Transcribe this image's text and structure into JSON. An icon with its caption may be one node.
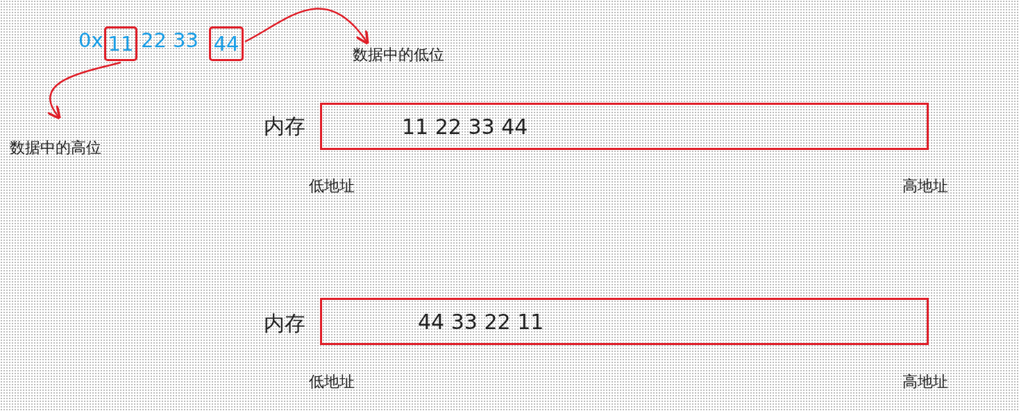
{
  "diagram": {
    "nodes": [
      {
        "text": [
          "11"
        ]
      },
      {
        "text": [
          "44"
        ]
      },
      {
        "text": [
          "数据中的低位"
        ]
      },
      {
        "text": [
          "数据中的高位"
        ]
      },
      {
        "text": [
          "11 22 33 44"
        ],
        "beside": [
          "内存"
        ]
      },
      {
        "text": [
          "44 33 22 11"
        ],
        "beside": [
          "内存"
        ]
      }
    ],
    "edges": [
      {
        "from": 1,
        "to": 2,
        "arrow": "to",
        "color": "#e0202a"
      },
      {
        "from": 0,
        "to": 3,
        "arrow": "to",
        "color": "#e0202a"
      }
    ],
    "labels": [
      "0x",
      "22 33",
      "低地址",
      "高地址",
      "低地址",
      "高地址"
    ]
  }
}
